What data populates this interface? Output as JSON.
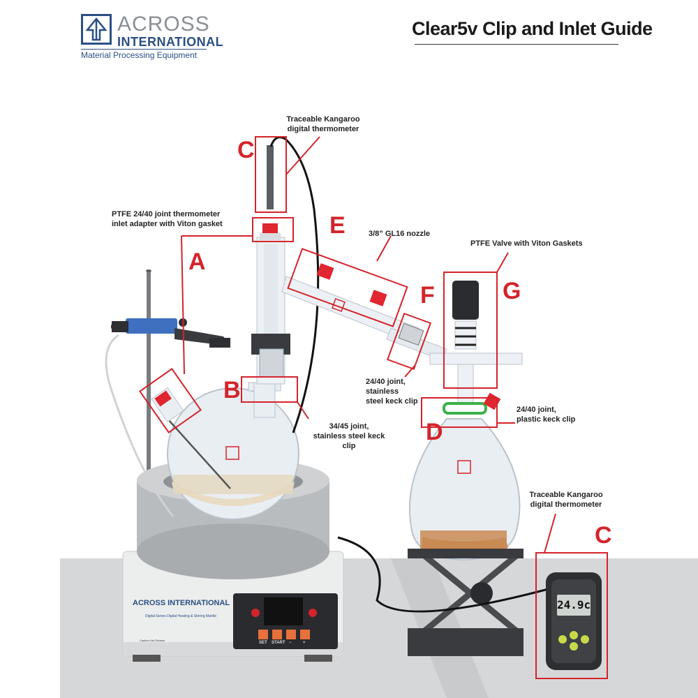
{
  "header": {
    "brand_line1": "ACROSS",
    "brand_line2": "INTERNATIONAL",
    "brand_tagline": "Material Processing Equipment",
    "title": "Clear5v Clip and Inlet Guide"
  },
  "labels": {
    "thermometer_top": "Traceable Kangaroo\ndigital thermometer",
    "ptfe_inlet": "PTFE 24/40 joint thermometer\ninlet adapter with Viton gasket",
    "nozzle": "3/8” GL16 nozzle",
    "ptfe_valve": "PTFE Valve with Viton Gaskets",
    "joint_2440_steel": "24/40 joint,\nstainless\nsteel keck clip",
    "joint_3445": "34/45 joint,\nstainless steel keck clip",
    "joint_2440_plastic": "24/40 joint,\nplastic keck clip",
    "thermometer_bottom": "Traceable Kangaroo\ndigital thermometer"
  },
  "callout_letters": {
    "a": "A",
    "b": "B",
    "c_top": "C",
    "c_bottom": "C",
    "d": "D",
    "e": "E",
    "f": "F",
    "g": "G"
  },
  "mantle": {
    "brand": "ACROSS INTERNATIONAL",
    "subtitle": "Digital-Series Digital Heating & Stirring Mantle",
    "warning": "Caution Hot Surface",
    "buttons": [
      "SET",
      "START",
      "−",
      "+"
    ]
  },
  "thermometer_display": "24.9c",
  "colors": {
    "callout_red": "#d4242b",
    "brand_blue": "#2a4f86",
    "cap_red": "#e0262e",
    "clip_green": "#3bb14a",
    "mantle_grey": "#b9bcbf"
  }
}
